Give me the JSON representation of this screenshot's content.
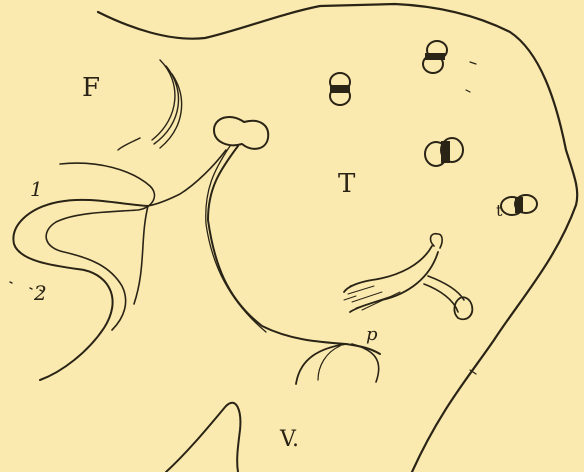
{
  "labels": {
    "F": "F",
    "T": "T",
    "one": "1",
    "two": "2",
    "p": "p",
    "V": "V.",
    "t": "t"
  }
}
